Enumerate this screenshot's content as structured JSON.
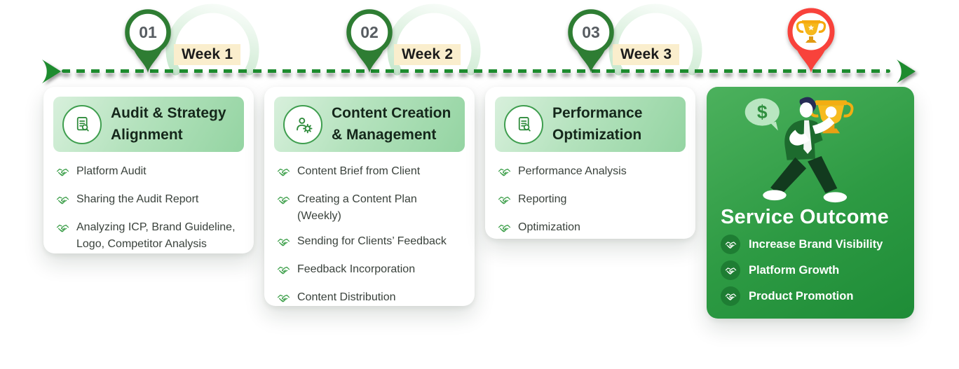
{
  "canvas": {
    "background": "#ffffff"
  },
  "timeline": {
    "milestones": [
      {
        "number": "01",
        "week_label": "Week 1"
      },
      {
        "number": "02",
        "week_label": "Week 2"
      },
      {
        "number": "03",
        "week_label": "Week 3"
      }
    ],
    "end_marker_icon": "trophy-icon"
  },
  "cards": [
    {
      "icon": "document-search-icon",
      "title": "Audit & Strategy Alignment",
      "items": [
        "Platform Audit",
        "Sharing the Audit Report",
        "Analyzing ICP, Brand Guideline, Logo, Competitor Analysis"
      ]
    },
    {
      "icon": "user-gear-icon",
      "title": "Content Creation & Management",
      "items": [
        "Content Brief from Client",
        "Creating a Content Plan (Weekly)",
        "Sending for Clients’ Feedback",
        "Feedback Incorporation",
        "Content Distribution"
      ]
    },
    {
      "icon": "document-search-icon",
      "title": "Performance Optimization",
      "items": [
        "Performance Analysis",
        "Reporting",
        "Optimization"
      ]
    }
  ],
  "outcome": {
    "title": "Service Outcome",
    "bullet_icon": "handshake-icon",
    "items": [
      "Increase Brand Visibility",
      "Platform Growth",
      "Product Promotion"
    ],
    "illustration": {
      "speech_bubble_symbol": "$",
      "elements": [
        "dollar-speech-bubble",
        "man-holding-trophy",
        "gold-trophy"
      ]
    }
  },
  "colors": {
    "accent_green": "#1d8b2e",
    "pin_green": "#2e7d33",
    "header_gradient_start": "#d8f0dc",
    "header_gradient_end": "#94d4a2",
    "card_title_text": "#15271b",
    "body_text": "#39413b",
    "week_chip_bg": "#faeecd",
    "outcome_gradient_start": "#4cb15d",
    "outcome_gradient_end": "#1e8c37",
    "outcome_bullet_bg": "#1e7d33",
    "trophy_pin_red": "#f8423b",
    "trophy_gold": "#f6b81c"
  }
}
